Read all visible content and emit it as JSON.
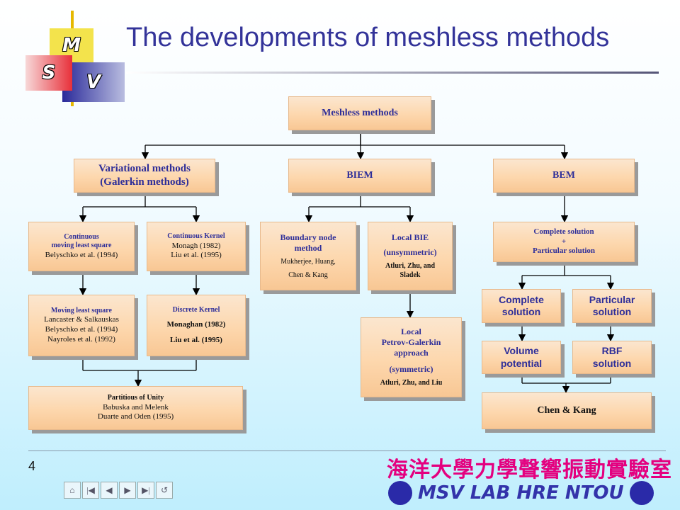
{
  "logo": {
    "m": "M",
    "s": "S",
    "v": "V"
  },
  "title": "The developments of meshless methods",
  "nodes": {
    "root": {
      "title": "Meshless methods"
    },
    "variational": {
      "title1": "Variational methods",
      "title2": "(Galerkin methods)"
    },
    "biem": {
      "title": "BIEM"
    },
    "bem": {
      "title": "BEM"
    },
    "cont_mls": {
      "title1": "Continuous",
      "title2": "moving least square",
      "author": "Belyschko et al. (1994)"
    },
    "cont_kernel": {
      "title": "Continuous Kernel",
      "author1": "Monagh (1982)",
      "author2": "Liu et al. (1995)"
    },
    "boundary_node": {
      "title1": "Boundary node",
      "title2": "method",
      "author1": "Mukherjee, Huang,",
      "author2": "Chen & Kang"
    },
    "local_bie": {
      "title1": "Local BIE",
      "title2": "(unsymmetric)",
      "author": "Atluri, Zhu, and Sladek"
    },
    "complete_particular": {
      "line1": "Complete solution",
      "line2": "+",
      "line3": "Particular solution"
    },
    "mls": {
      "title": "Moving least square",
      "author1": "Lancaster & Salkauskas",
      "author2": "Belyschko et al. (1994)",
      "author3": "Nayroles et al. (1992)"
    },
    "discrete_kernel": {
      "title": "Discrete Kernel",
      "author1": "Monaghan (1982)",
      "author2": "Liu et al. (1995)"
    },
    "local_pg": {
      "title1": "Local",
      "title2": "Petrov-Galerkin",
      "title3": "approach",
      "title4": "(symmetric)",
      "author": "Atluri, Zhu, and Liu"
    },
    "complete": {
      "title1": "Complete",
      "title2": "solution"
    },
    "particular": {
      "title1": "Particular",
      "title2": "solution"
    },
    "volume": {
      "title1": "Volume",
      "title2": "potential"
    },
    "rbf": {
      "title1": "RBF",
      "title2": "solution"
    },
    "partition": {
      "title": "Partitious of Unity",
      "author1": "Babuska and Melenk",
      "author2": "Duarte and Oden (1995)"
    },
    "chen_kang": {
      "title": "Chen & Kang"
    }
  },
  "footer": {
    "page_number": "4",
    "chinese": "海洋大學力學聲響振動實驗室",
    "lab": "MSV LAB HRE NTOU"
  },
  "nav": {
    "icons": [
      "home-icon",
      "first-icon",
      "prev-icon",
      "next-icon",
      "last-icon",
      "return-icon"
    ]
  },
  "colors": {
    "title": "#333399",
    "box_text": "#2e2e99",
    "chinese": "#e4007f"
  }
}
